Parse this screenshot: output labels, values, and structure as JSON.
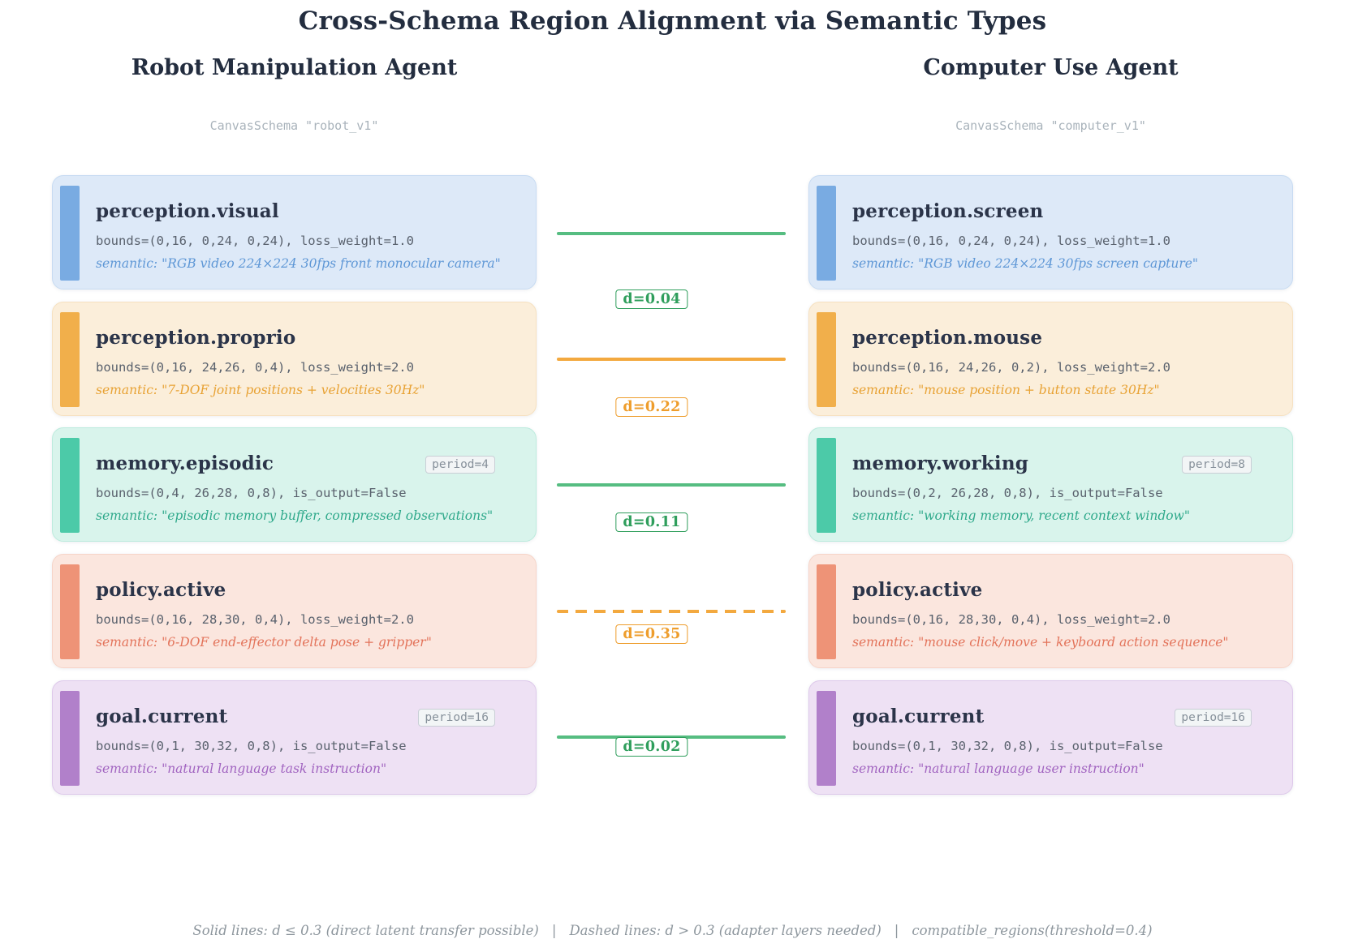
{
  "title": "Cross-Schema Region Alignment via Semantic Types",
  "columns": [
    {
      "header": "Robot Manipulation Agent",
      "schema": "CanvasSchema \"robot_v1\"",
      "cards": [
        {
          "type": "blue",
          "name": "perception.visual",
          "badge": null,
          "meta": "bounds=(0,16, 0,24, 0,24), loss_weight=1.0",
          "semantic": "semantic: \"RGB video 224×224 30fps front monocular camera\""
        },
        {
          "type": "orange",
          "name": "perception.proprio",
          "badge": null,
          "meta": "bounds=(0,16, 24,26, 0,4), loss_weight=2.0",
          "semantic": "semantic: \"7-DOF joint positions + velocities 30Hz\""
        },
        {
          "type": "teal",
          "name": "memory.episodic",
          "badge": "period=4",
          "meta": "bounds=(0,4, 26,28, 0,8), is_output=False",
          "semantic": "semantic: \"episodic memory buffer, compressed observations\""
        },
        {
          "type": "salmon",
          "name": "policy.active",
          "badge": null,
          "meta": "bounds=(0,16, 28,30, 0,4), loss_weight=2.0",
          "semantic": "semantic: \"6-DOF end-effector delta pose + gripper\""
        },
        {
          "type": "purple",
          "name": "goal.current",
          "badge": "period=16",
          "meta": "bounds=(0,1, 30,32, 0,8), is_output=False",
          "semantic": "semantic: \"natural language task instruction\""
        }
      ]
    },
    {
      "header": "Computer Use Agent",
      "schema": "CanvasSchema \"computer_v1\"",
      "cards": [
        {
          "type": "blue",
          "name": "perception.screen",
          "badge": null,
          "meta": "bounds=(0,16, 0,24, 0,24), loss_weight=1.0",
          "semantic": "semantic: \"RGB video 224×224 30fps screen capture\""
        },
        {
          "type": "orange",
          "name": "perception.mouse",
          "badge": null,
          "meta": "bounds=(0,16, 24,26, 0,2), loss_weight=2.0",
          "semantic": "semantic: \"mouse position + button state 30Hz\""
        },
        {
          "type": "teal",
          "name": "memory.working",
          "badge": "period=8",
          "meta": "bounds=(0,2, 26,28, 0,8), is_output=False",
          "semantic": "semantic: \"working memory, recent context window\""
        },
        {
          "type": "salmon",
          "name": "policy.active",
          "badge": null,
          "meta": "bounds=(0,16, 28,30, 0,4), loss_weight=2.0",
          "semantic": "semantic: \"mouse click/move + keyboard action sequence\""
        },
        {
          "type": "purple",
          "name": "goal.current",
          "badge": "period=16",
          "meta": "bounds=(0,1, 30,32, 0,8), is_output=False",
          "semantic": "semantic: \"natural language user instruction\""
        }
      ]
    }
  ],
  "connectors": [
    {
      "label": "d=0.04",
      "style": "solid",
      "color": "green"
    },
    {
      "label": "d=0.22",
      "style": "solid",
      "color": "orange"
    },
    {
      "label": "d=0.11",
      "style": "solid",
      "color": "green"
    },
    {
      "label": "d=0.35",
      "style": "dashed",
      "color": "orange"
    },
    {
      "label": "d=0.02",
      "style": "solid",
      "color": "green"
    }
  ],
  "type_colors": {
    "blue": {
      "bar": "#79abe2",
      "bg": "#dde9f8",
      "border": "#c7dbf2",
      "semantic": "#5e97d6"
    },
    "orange": {
      "bar": "#f1af4b",
      "bg": "#fbeeda",
      "border": "#f6e1c0",
      "semantic": "#e8a234"
    },
    "teal": {
      "bar": "#4ccaa8",
      "bg": "#d9f4ec",
      "border": "#bcebdd",
      "semantic": "#2fa98b"
    },
    "salmon": {
      "bar": "#ee9377",
      "bg": "#fbe6de",
      "border": "#f6d4c8",
      "semantic": "#e3735a"
    },
    "purple": {
      "bar": "#b180ca",
      "bg": "#eee1f4",
      "border": "#ddc8ea",
      "semantic": "#a164c0"
    }
  },
  "connector_colors": {
    "green": {
      "line": "#56bd81",
      "label": "#2f9e5c"
    },
    "orange": {
      "line": "#f3a93f",
      "label": "#ee9d2c"
    }
  },
  "footer": {
    "segments": [
      "Solid lines: d ≤ 0.3 (direct latent transfer possible)",
      "Dashed lines: d > 0.3 (adapter layers needed)",
      "compatible_regions(threshold=0.4)"
    ],
    "separator": "|"
  }
}
